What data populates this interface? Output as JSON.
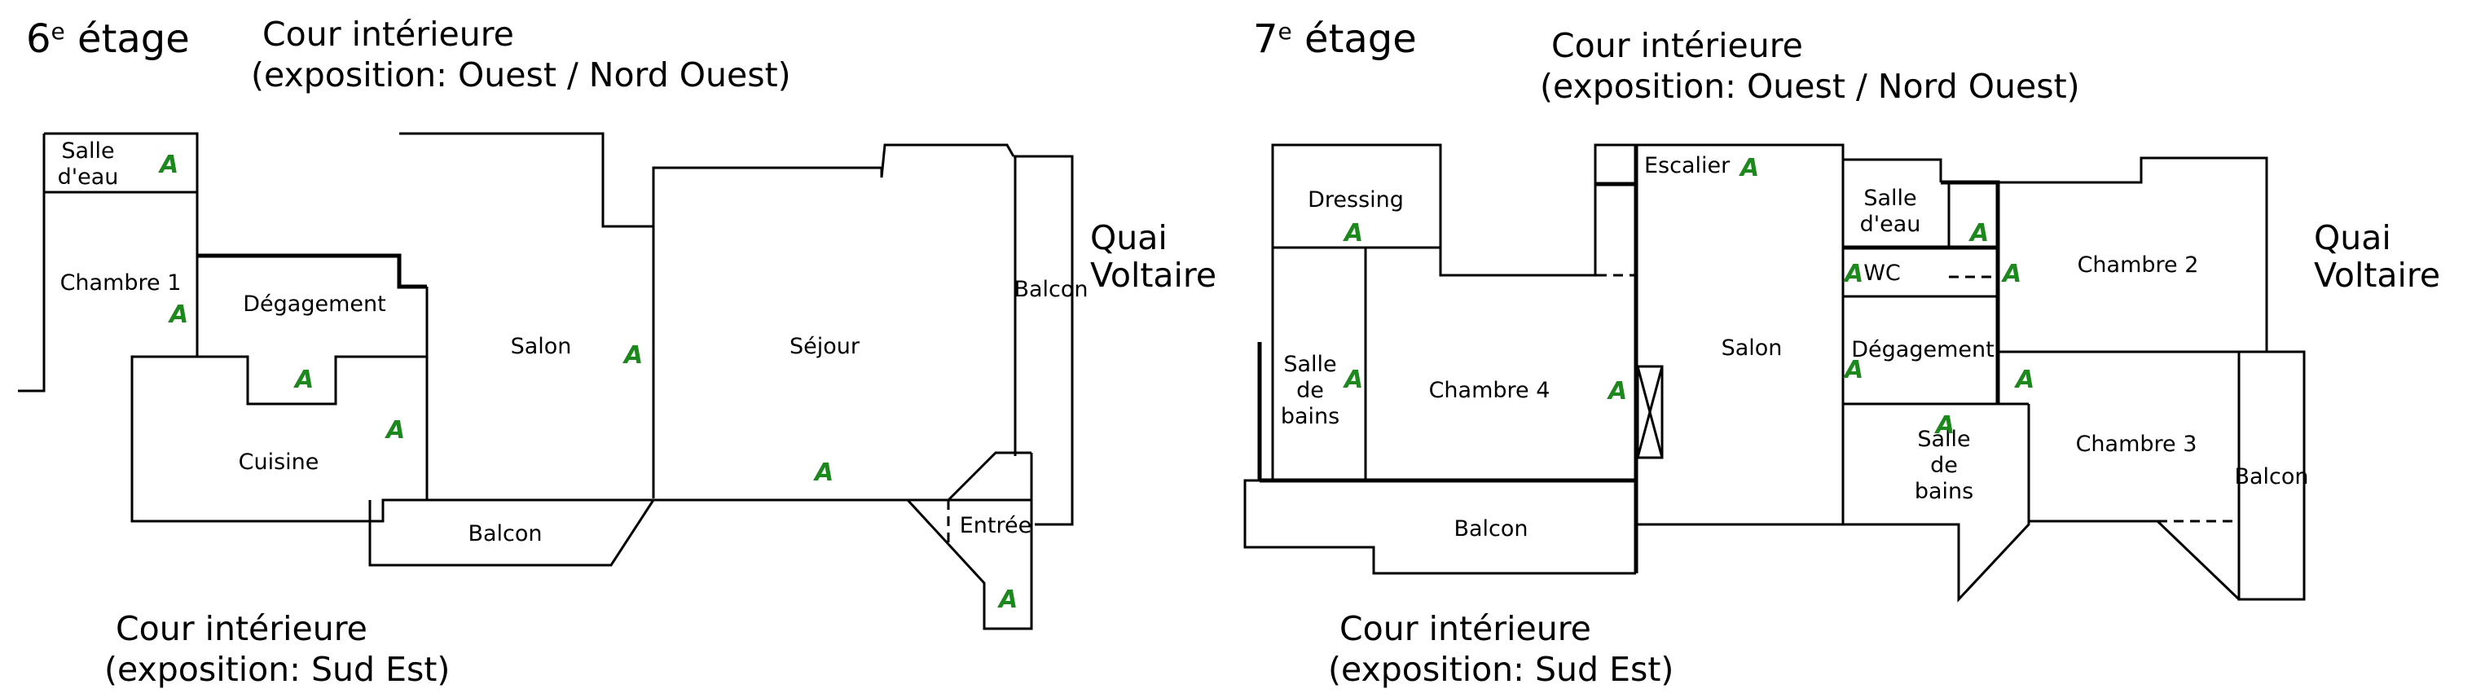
{
  "floor6": {
    "title_num": "6",
    "title_sup": "e",
    "title_rest": " étage",
    "court_top_1": "Cour intérieure",
    "court_top_2": "(exposition: Ouest / Nord Ouest)",
    "court_bottom_1": "Cour intérieure",
    "court_bottom_2": "(exposition: Sud Est)",
    "quai_1": "Quai",
    "quai_2": "Voltaire",
    "rooms": {
      "salle_eau_1": "Salle",
      "salle_eau_2": "d'eau",
      "chambre1": "Chambre 1",
      "degagement": "Dégagement",
      "salon": "Salon",
      "sejour": "Séjour",
      "balcon_side": "Balcon",
      "cuisine": "Cuisine",
      "balcon_bottom": "Balcon",
      "entree": "Entrée"
    }
  },
  "floor7": {
    "title_num": "7",
    "title_sup": "e",
    "title_rest": " étage",
    "court_top_1": "Cour intérieure",
    "court_top_2": "(exposition: Ouest / Nord Ouest)",
    "court_bottom_1": "Cour intérieure",
    "court_bottom_2": "(exposition: Sud Est)",
    "quai_1": "Quai",
    "quai_2": "Voltaire",
    "rooms": {
      "dressing": "Dressing",
      "escalier": "Escalier",
      "salle_eau_1": "Salle",
      "salle_eau_2": "d'eau",
      "wc": "WC",
      "chambre2": "Chambre 2",
      "salle_bains_1": "Salle",
      "salle_bains_2": "de",
      "salle_bains_3": "bains",
      "chambre4": "Chambre 4",
      "salon": "Salon",
      "degagement": "Dégagement",
      "salle_bains_b_1": "Salle",
      "salle_bains_b_2": "de",
      "salle_bains_b_3": "bains",
      "chambre3": "Chambre 3",
      "balcon_side": "Balcon",
      "balcon_bottom": "Balcon"
    }
  },
  "marker": "A",
  "colors": {
    "walls": "#000000",
    "marker": "#1a8a1a",
    "background": "#ffffff"
  }
}
